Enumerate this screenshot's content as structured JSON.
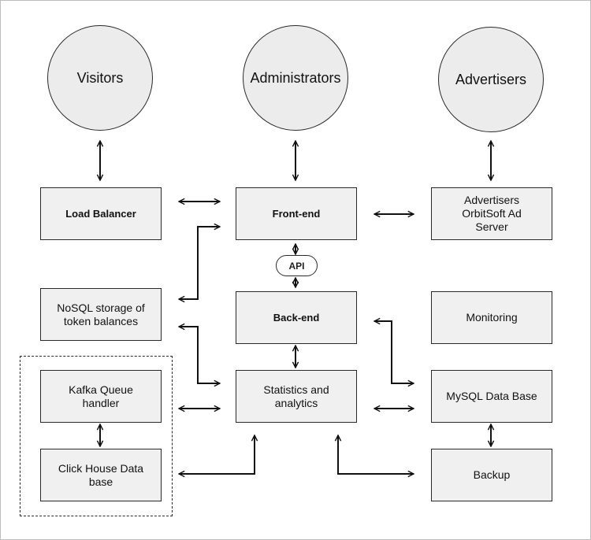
{
  "actors": {
    "visitors": "Visitors",
    "administrators": "Administrators",
    "advertisers": "Advertisers"
  },
  "nodes": {
    "load_balancer": "Load Balancer",
    "front_end": "Front-end",
    "ad_server": "Advertisers OrbitSoft Ad Server",
    "nosql": "NoSQL storage of token balances",
    "back_end": "Back-end",
    "monitoring": "Monitoring",
    "kafka": "Kafka Queue handler",
    "stats": "Statistics and analytics",
    "mysql": "MySQL Data Base",
    "clickhouse": "Click House Data base",
    "backup": "Backup"
  },
  "labels": {
    "api": "API"
  }
}
